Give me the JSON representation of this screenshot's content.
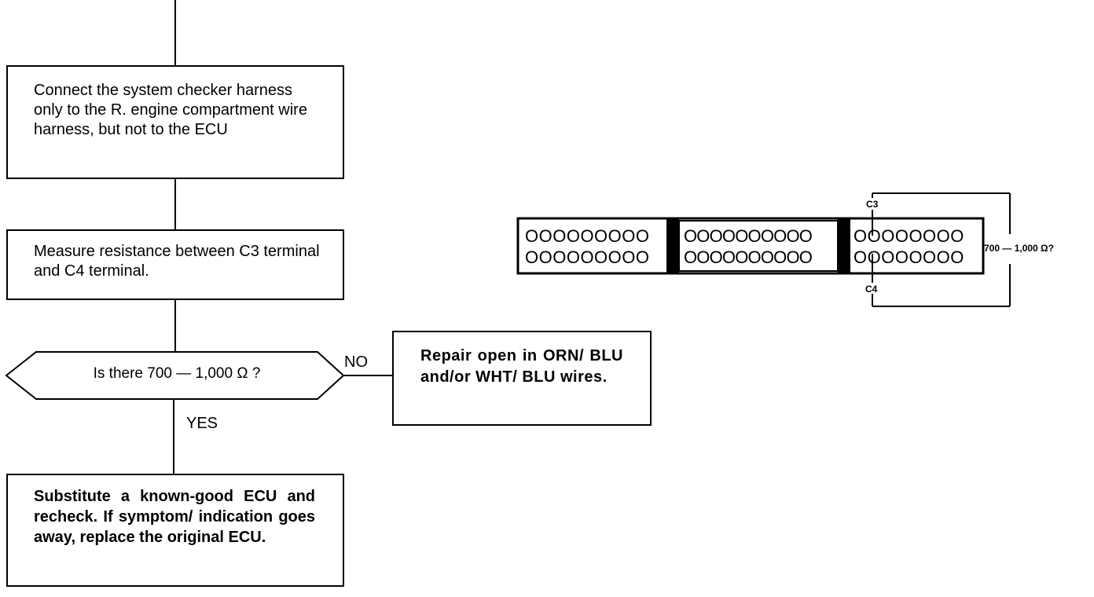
{
  "flowchart": {
    "step1": "Connect the system checker harness only to the R. engine compartment wire harness, but not to the ECU",
    "step2": "Measure resistance between C3 terminal and C4 terminal.",
    "decision": "Is there 700 — 1,000 Ω ?",
    "no_label": "NO",
    "no_action": "Repair open in ORN/ BLU and/or WHT/ BLU wires.",
    "yes_label": "YES",
    "yes_action": "Substitute a known-good ECU and recheck. If symptom/ indication goes away, replace the original ECU."
  },
  "connector": {
    "left_row_top": "OOOOOOOOO",
    "left_row_bottom": "OOOOOOOOO",
    "middle_row_top": "OOOOOOOOOO",
    "middle_row_bottom": "OOOOOOOOOO",
    "right_row_top": "OOOOOOOO",
    "right_row_bottom": "OOOOOOOO",
    "terminal_top": "C3",
    "terminal_bottom": "C4",
    "resistance_spec": "700 — 1,000 Ω?"
  }
}
